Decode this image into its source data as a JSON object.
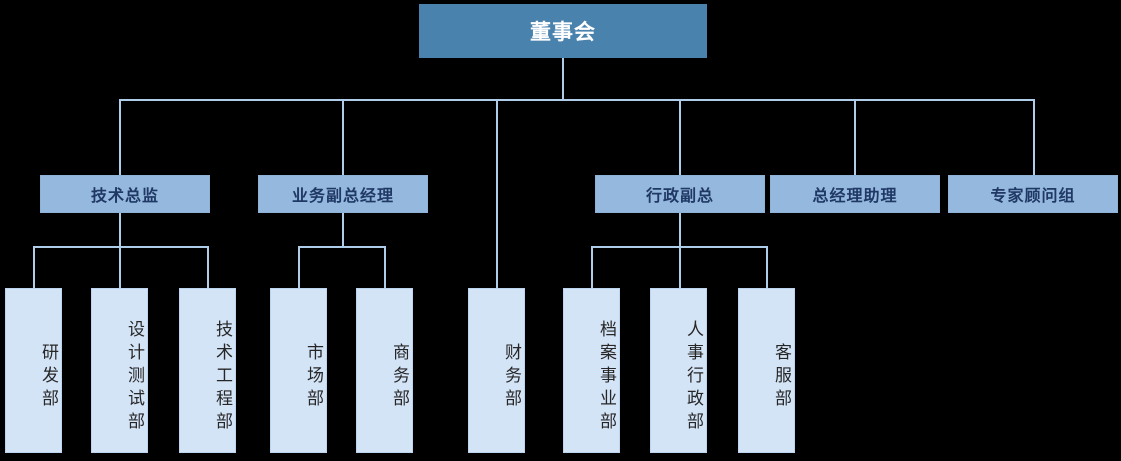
{
  "chart_data": {
    "type": "diagram",
    "diagram_type": "organization-chart",
    "title": "",
    "orientation": "top-down",
    "levels": 3,
    "colors": {
      "level0_fill": "#4A82AE",
      "level0_text": "#FFFFFF",
      "level1_fill": "#95B8DE",
      "level1_text": "#1F3864",
      "level2_fill": "#D4E4F7",
      "level2_text": "#262626",
      "connector": "#AFCDE9",
      "background": "#000000"
    },
    "nodes": [
      {
        "id": "board",
        "label": "董事会",
        "level": 0,
        "parent": null
      },
      {
        "id": "tech_director",
        "label": "技术总监",
        "level": 1,
        "parent": "board"
      },
      {
        "id": "biz_vp",
        "label": "业务副总经理",
        "level": 1,
        "parent": "board"
      },
      {
        "id": "admin_vp",
        "label": "行政副总",
        "level": 1,
        "parent": "board"
      },
      {
        "id": "gm_assistant",
        "label": "总经理助理",
        "level": 1,
        "parent": "board"
      },
      {
        "id": "expert_group",
        "label": "专家顾问组",
        "level": 1,
        "parent": "board"
      },
      {
        "id": "rd_dept",
        "label": "研发部",
        "level": 2,
        "parent": "tech_director"
      },
      {
        "id": "design_test_dept",
        "label": "设计测试部",
        "level": 2,
        "parent": "tech_director"
      },
      {
        "id": "tech_eng_dept",
        "label": "技术工程部",
        "level": 2,
        "parent": "tech_director"
      },
      {
        "id": "market_dept",
        "label": "市场部",
        "level": 2,
        "parent": "biz_vp"
      },
      {
        "id": "business_dept",
        "label": "商务部",
        "level": 2,
        "parent": "biz_vp"
      },
      {
        "id": "finance_dept",
        "label": "财务部",
        "level": 2,
        "parent": "board"
      },
      {
        "id": "archive_dept",
        "label": "档案事业部",
        "level": 2,
        "parent": "admin_vp"
      },
      {
        "id": "hr_admin_dept",
        "label": "人事行政部",
        "level": 2,
        "parent": "admin_vp"
      },
      {
        "id": "customer_service_dept",
        "label": "客服部",
        "level": 2,
        "parent": "admin_vp"
      }
    ],
    "edges": [
      {
        "from": "board",
        "to": "tech_director"
      },
      {
        "from": "board",
        "to": "biz_vp"
      },
      {
        "from": "board",
        "to": "finance_dept"
      },
      {
        "from": "board",
        "to": "admin_vp"
      },
      {
        "from": "board",
        "to": "gm_assistant"
      },
      {
        "from": "board",
        "to": "expert_group"
      },
      {
        "from": "tech_director",
        "to": "rd_dept"
      },
      {
        "from": "tech_director",
        "to": "design_test_dept"
      },
      {
        "from": "tech_director",
        "to": "tech_eng_dept"
      },
      {
        "from": "biz_vp",
        "to": "market_dept"
      },
      {
        "from": "biz_vp",
        "to": "business_dept"
      },
      {
        "from": "admin_vp",
        "to": "archive_dept"
      },
      {
        "from": "admin_vp",
        "to": "hr_admin_dept"
      },
      {
        "from": "admin_vp",
        "to": "customer_service_dept"
      }
    ]
  },
  "nodes": {
    "board": "董事会",
    "tech_director": "技术总监",
    "biz_vp": "业务副总经理",
    "admin_vp": "行政副总",
    "gm_assistant": "总经理助理",
    "expert_group": "专家顾问组",
    "rd_dept": "研发部",
    "design_test_dept": "设计测试部",
    "tech_eng_dept": "技术工程部",
    "market_dept": "市场部",
    "business_dept": "商务部",
    "finance_dept": "财务部",
    "archive_dept": "档案事业部",
    "hr_admin_dept": "人事行政部",
    "customer_service_dept": "客服部"
  }
}
